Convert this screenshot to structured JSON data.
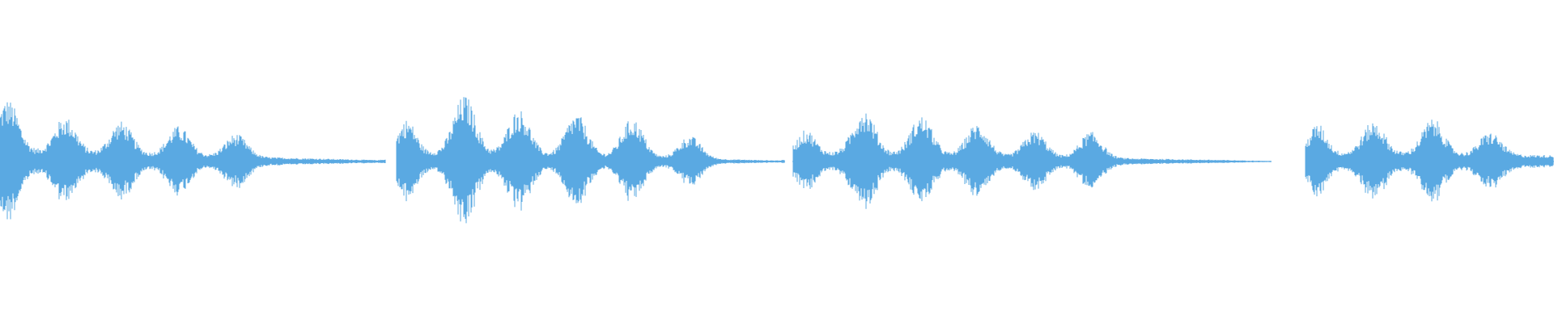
{
  "waveform": {
    "color": "#5aa9e2",
    "background": "#ffffff",
    "duration_fraction_segments": [
      {
        "start": 0.0,
        "end": 0.248
      },
      {
        "start": 0.255,
        "end": 0.505
      },
      {
        "start": 0.51,
        "end": 0.818
      },
      {
        "start": 0.84,
        "end": 1.0
      }
    ],
    "bursts": [
      {
        "center": 0.005,
        "amplitude": 0.16,
        "width": 0.01
      },
      {
        "center": 0.042,
        "amplitude": 0.11,
        "width": 0.01
      },
      {
        "center": 0.078,
        "amplitude": 0.1,
        "width": 0.01
      },
      {
        "center": 0.115,
        "amplitude": 0.09,
        "width": 0.01
      },
      {
        "center": 0.152,
        "amplitude": 0.07,
        "width": 0.01
      },
      {
        "center": 0.262,
        "amplitude": 0.1,
        "width": 0.008
      },
      {
        "center": 0.299,
        "amplitude": 0.18,
        "width": 0.01
      },
      {
        "center": 0.334,
        "amplitude": 0.14,
        "width": 0.01
      },
      {
        "center": 0.371,
        "amplitude": 0.13,
        "width": 0.01
      },
      {
        "center": 0.407,
        "amplitude": 0.12,
        "width": 0.01
      },
      {
        "center": 0.444,
        "amplitude": 0.07,
        "width": 0.01
      },
      {
        "center": 0.519,
        "amplitude": 0.07,
        "width": 0.008
      },
      {
        "center": 0.556,
        "amplitude": 0.14,
        "width": 0.01
      },
      {
        "center": 0.593,
        "amplitude": 0.12,
        "width": 0.01
      },
      {
        "center": 0.629,
        "amplitude": 0.1,
        "width": 0.01
      },
      {
        "center": 0.666,
        "amplitude": 0.08,
        "width": 0.01
      },
      {
        "center": 0.702,
        "amplitude": 0.08,
        "width": 0.01
      },
      {
        "center": 0.848,
        "amplitude": 0.09,
        "width": 0.008
      },
      {
        "center": 0.884,
        "amplitude": 0.1,
        "width": 0.01
      },
      {
        "center": 0.922,
        "amplitude": 0.11,
        "width": 0.01
      },
      {
        "center": 0.959,
        "amplitude": 0.07,
        "width": 0.01
      }
    ],
    "segments": [
      {
        "start": 0.0,
        "end": 0.248,
        "base": 0.035,
        "decay_to": 0.004
      },
      {
        "start": 0.255,
        "end": 0.505,
        "base": 0.032,
        "decay_to": 0.003
      },
      {
        "start": 0.51,
        "end": 0.818,
        "base": 0.03,
        "decay_to": 0.002
      },
      {
        "start": 0.84,
        "end": 1.0,
        "base": 0.028,
        "decay_to": 0.02
      }
    ]
  }
}
